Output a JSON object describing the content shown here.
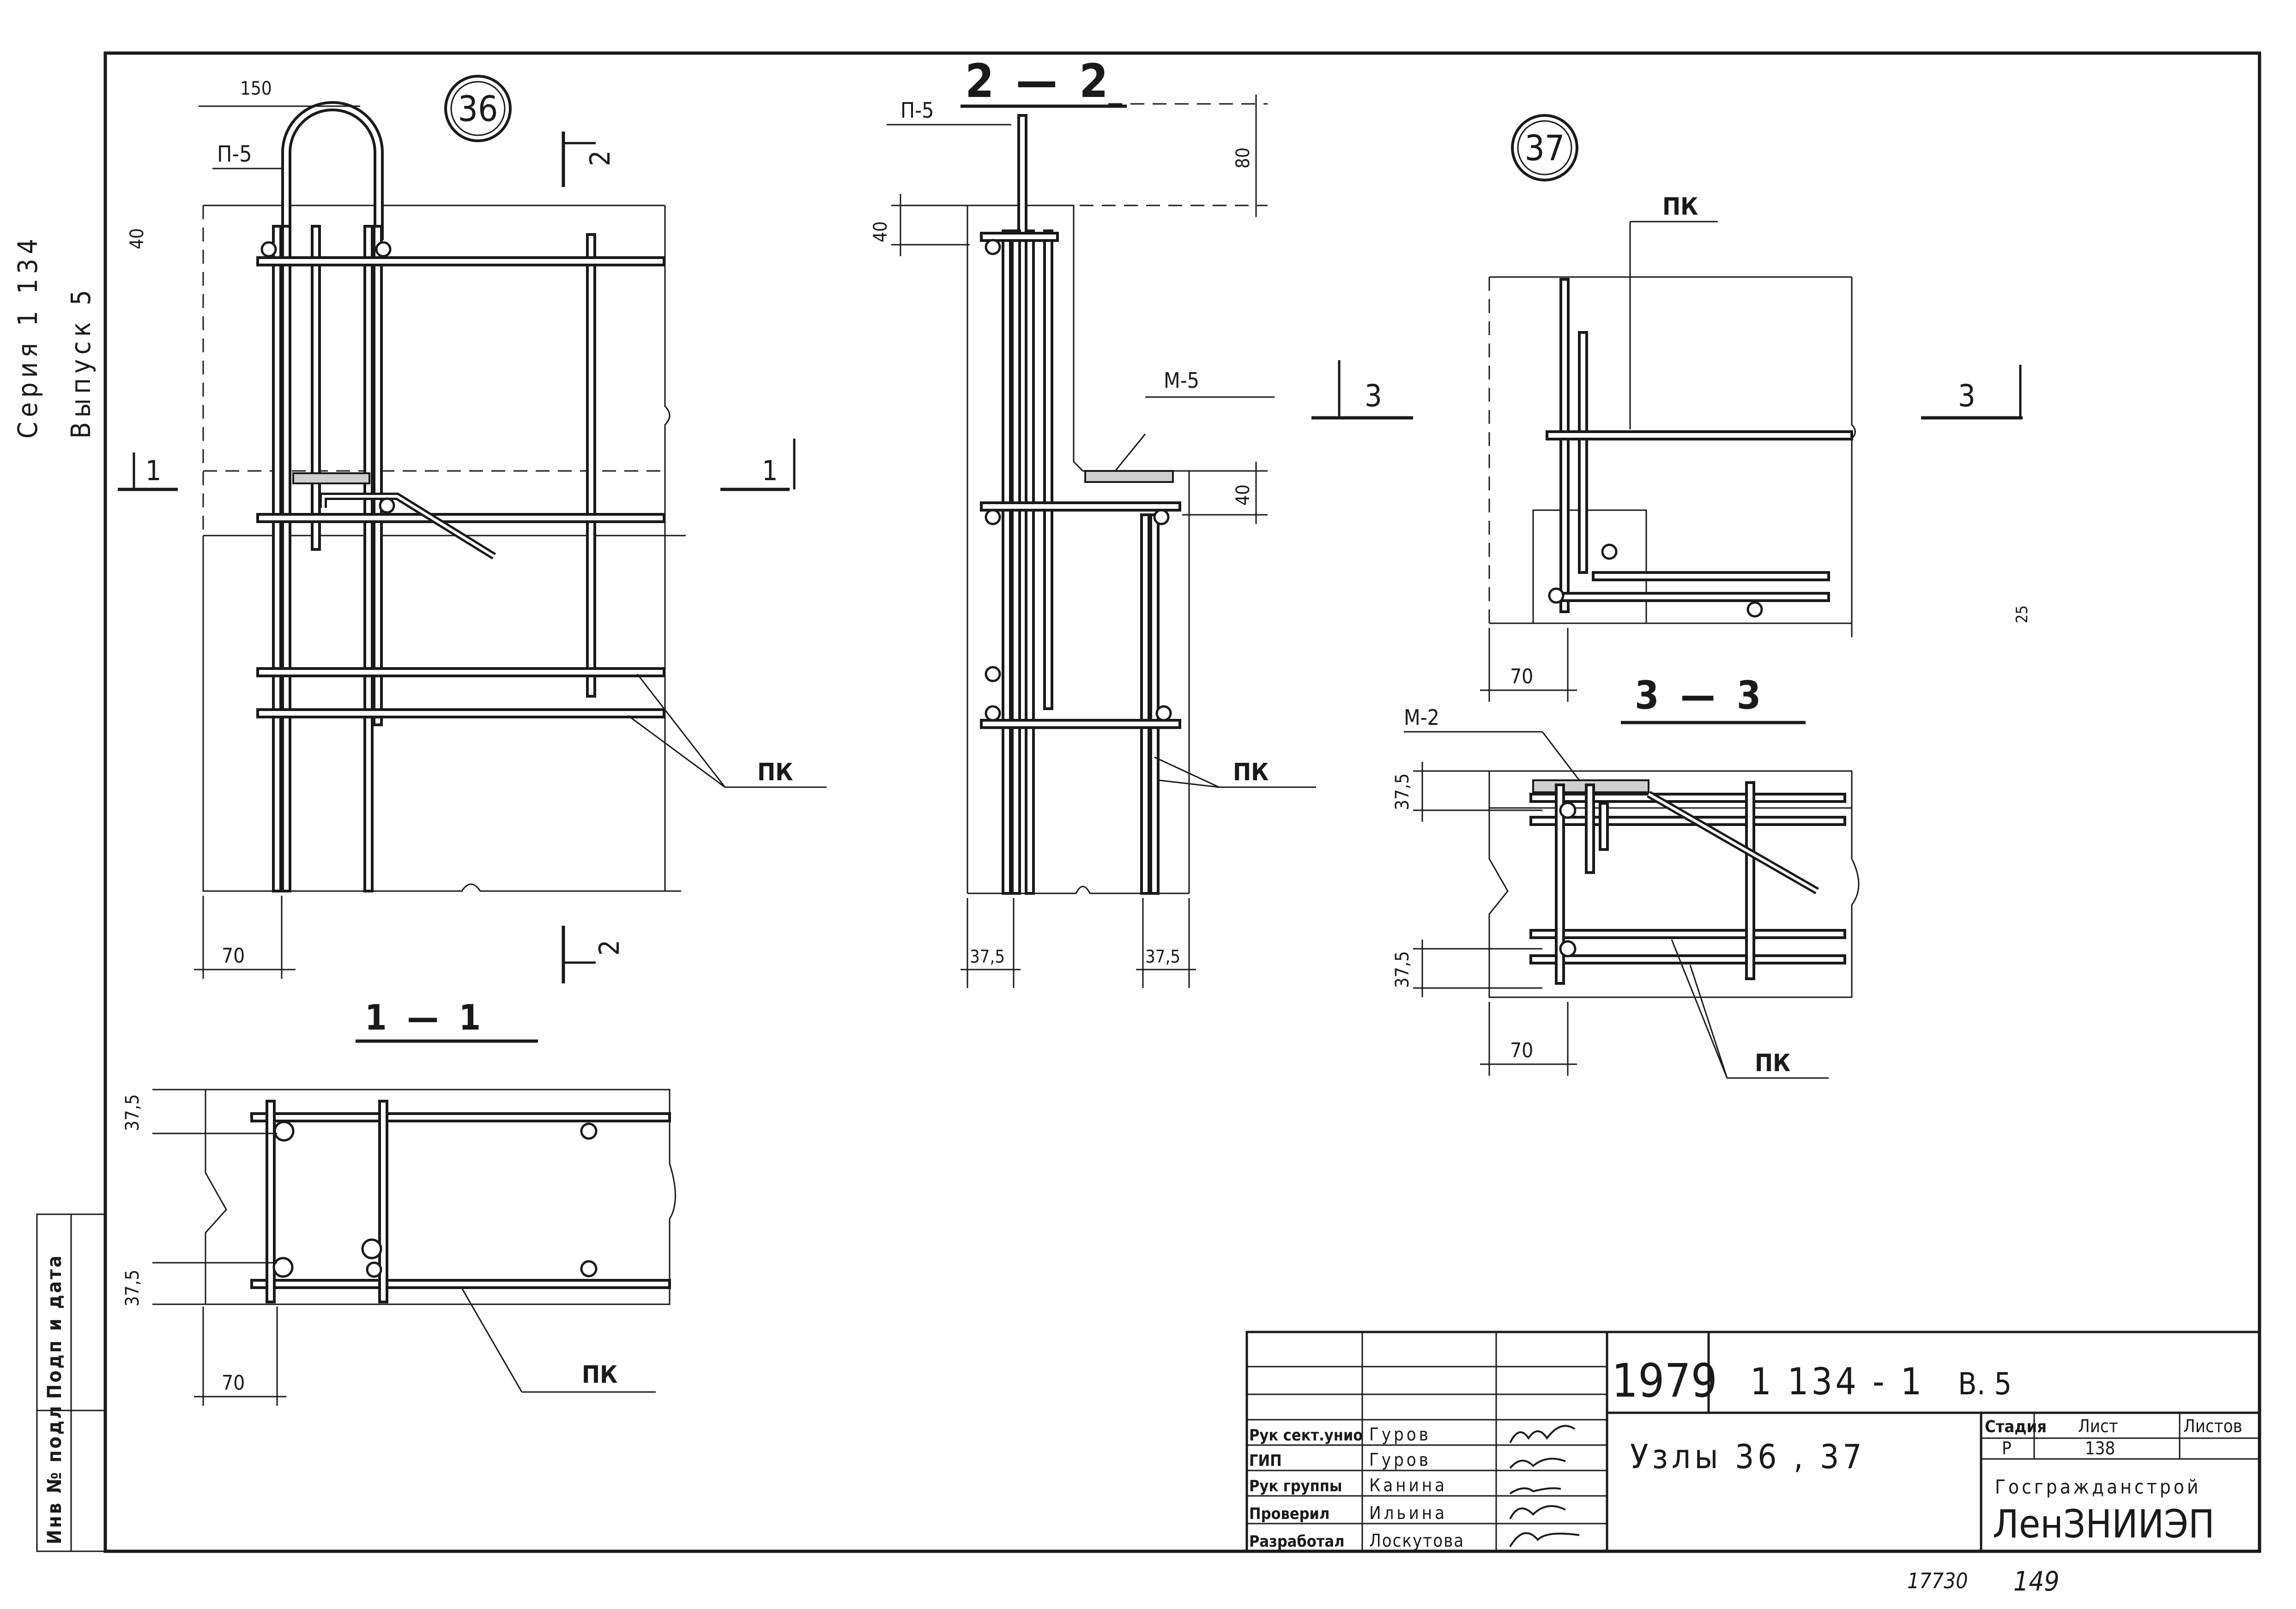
{
  "side_labels": {
    "series": "Серия 1 134",
    "issue": "Выпуск 5"
  },
  "callouts": {
    "node_36": "36",
    "node_37": "37"
  },
  "section_titles": {
    "s22": "2 — 2",
    "s11": "1 — 1",
    "s33": "3 — 3"
  },
  "section_marks": {
    "one": "1",
    "two": "2",
    "three": "3"
  },
  "part_labels": {
    "p5": "П-5",
    "pk": "ПК",
    "m5": "М-5",
    "m2": "М-2"
  },
  "dimensions": {
    "d150": "150",
    "d40": "40",
    "d80": "80",
    "d70": "70",
    "d375": "37,5",
    "d25": "25"
  },
  "left_stamp": {
    "signed": "Подп и дата",
    "inv": "Инв № подл"
  },
  "title_block": {
    "year": "1979",
    "code": "1 134 - 1",
    "issue": "В. 5",
    "title": "Узлы  36 , 37",
    "stage_header": "Стадия",
    "sheet_header": "Лист",
    "sheets_header": "Листов",
    "stage": "Р",
    "sheet": "138",
    "org_top": "Госгражданстрой",
    "org": "ЛенЗНИИЭП",
    "roles": [
      "Рук сект.унио",
      "ГИП",
      "Рук группы",
      "Проверил",
      "Разработал"
    ],
    "names": [
      "Гуров",
      "Гуров",
      "Канина",
      "Ильина",
      "Лоскутова"
    ]
  },
  "footer": {
    "number": "17730",
    "page": "149"
  }
}
